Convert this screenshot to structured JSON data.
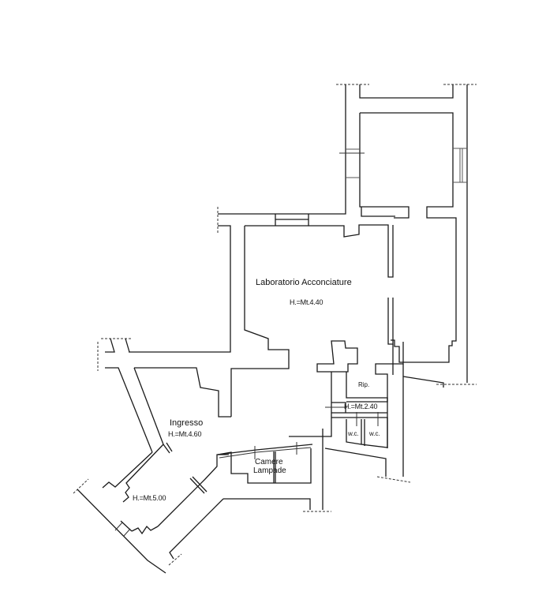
{
  "plan": {
    "rooms": [
      {
        "id": "laboratorio",
        "name": "Laboratorio Acconciature",
        "height": "H.=Mt.4.40"
      },
      {
        "id": "ingresso",
        "name": "Ingresso",
        "height": "H.=Mt.4.60"
      },
      {
        "id": "lower-room",
        "name": "",
        "height": "H.=Mt.5.00"
      },
      {
        "id": "servizi",
        "name": "",
        "height": "H.=Mt.2.40"
      },
      {
        "id": "ripostiglio",
        "name": "Rip.",
        "height": ""
      },
      {
        "id": "wc-1",
        "name": "w.c.",
        "height": ""
      },
      {
        "id": "wc-2",
        "name": "w.c.",
        "height": ""
      },
      {
        "id": "camere-lampade",
        "name": "Camere Lampade",
        "name_line1": "Camere",
        "name_line2": "Lampade",
        "height": ""
      }
    ],
    "colors": {
      "line": "#1a1a1a",
      "background": "#ffffff"
    }
  }
}
